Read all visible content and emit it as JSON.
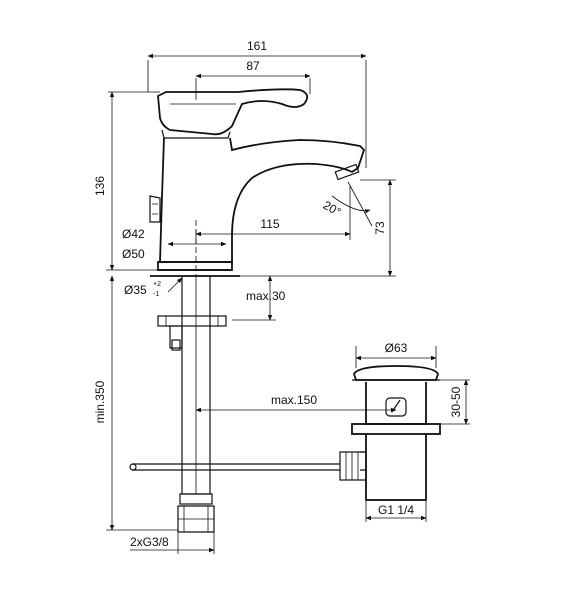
{
  "dimensions": {
    "overall_width": "161",
    "lever_length": "87",
    "height": "136",
    "spout_height": "73",
    "spout_reach": "115",
    "angle": "20°",
    "base_diameter_top": "Ø42",
    "base_diameter": "Ø50",
    "hole_diameter": "Ø35",
    "hole_tolerance_upper": "+2",
    "hole_tolerance_lower": "-1",
    "max_deck_thickness": "max.30",
    "min_hose_length": "min.350",
    "max_waste_distance": "max.150",
    "waste_diameter": "Ø63",
    "waste_adjust": "30-50",
    "waste_thread": "G1 1/4",
    "hose_connections": "2xG3/8"
  }
}
